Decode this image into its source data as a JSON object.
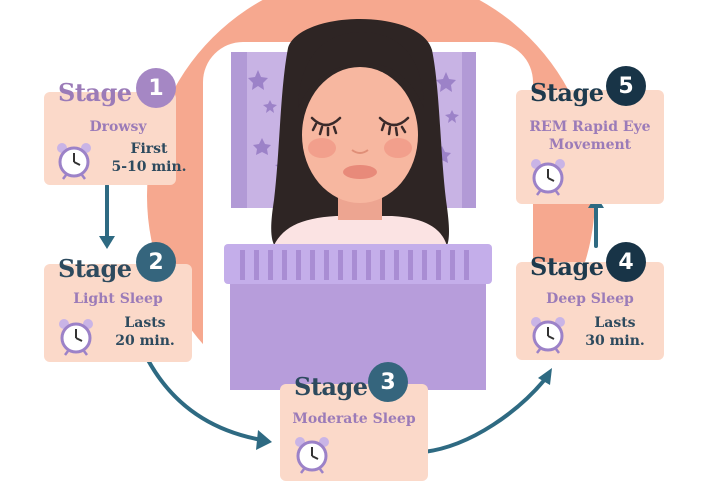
{
  "stages": [
    {
      "stage_label": "Stage",
      "number": "1",
      "name": "Drowsy",
      "duration_line1": "First",
      "duration_line2": "5-10 min."
    },
    {
      "stage_label": "Stage",
      "number": "2",
      "name": "Light Sleep",
      "duration_line1": "Lasts",
      "duration_line2": "20 min."
    },
    {
      "stage_label": "Stage",
      "number": "3",
      "name": "Moderate Sleep"
    },
    {
      "stage_label": "Stage",
      "number": "4",
      "name": "Deep Sleep",
      "duration_line1": "Lasts",
      "duration_line2": "30 min."
    },
    {
      "stage_label": "Stage",
      "number": "5",
      "name_line1": "REM Rapid Eye",
      "name_line2": "Movement"
    }
  ],
  "colors": {
    "card": "#fbd9c9",
    "purple_text": "#9b7bb8",
    "dark_text": "#1e3a4d",
    "purple_badge": "#a587c4",
    "blue_badge": "#35657d",
    "navy_badge": "#183447",
    "arrow": "#2e6a82",
    "background_circle": "#f6a88f",
    "pillow": "#c3aee0",
    "blanket": "#b79ddb",
    "skin": "#f7b7a0",
    "hair": "#2e2524"
  },
  "icons": [
    "alarm-clock-icon",
    "arrow-icon",
    "star-icon"
  ]
}
